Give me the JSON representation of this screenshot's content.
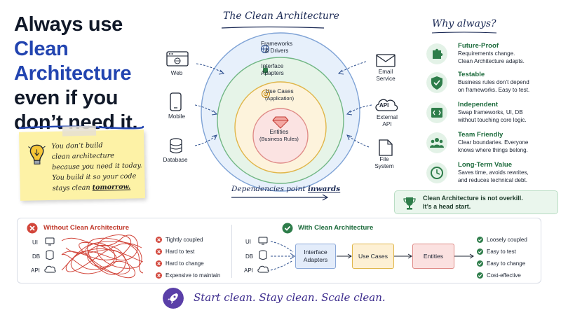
{
  "headline": {
    "line1": "Always use",
    "line2": "Clean",
    "line3": "Architecture",
    "line4": "even if you",
    "line5": "don’t need it."
  },
  "sticky_note": {
    "line1": "You don’t build",
    "line2": "clean architecture",
    "line3": "because you need it today.",
    "line4": "You build it so your code",
    "line5_prefix": "stays clean",
    "line5_emphasis": "tomorrow."
  },
  "diagram": {
    "title": "The Clean Architecture",
    "rings": {
      "frameworks": "Frameworks\n& Drivers",
      "adapters": "Interface\nAdapters",
      "usecases": "Use Cases",
      "usecases_sub": "(Application)",
      "entities": "Entities",
      "entities_sub": "(Business Rules)"
    },
    "left_nodes": [
      "Web",
      "Mobile",
      "Database"
    ],
    "right_nodes": [
      "Email\nService",
      "External\nAPI",
      "File\nSystem"
    ],
    "api_badge": "API",
    "dependencies_prefix": "Dependencies point",
    "dependencies_emphasis": "inwards"
  },
  "why": {
    "title": "Why always?",
    "items": [
      {
        "title": "Future-Proof",
        "desc": "Requirements change.\nClean Architecture adapts.",
        "icon": "puzzle-icon"
      },
      {
        "title": "Testable",
        "desc": "Business rules don’t depend\non frameworks. Easy to test.",
        "icon": "shield-check-icon"
      },
      {
        "title": "Independent",
        "desc": "Swap frameworks, UI, DB\nwithout touching core logic.",
        "icon": "code-window-icon"
      },
      {
        "title": "Team Friendly",
        "desc": "Clear boundaries. Everyone\nknows where things belong.",
        "icon": "team-icon"
      },
      {
        "title": "Long-Term Value",
        "desc": "Saves time, avoids rewrites,\nand reduces technical debt.",
        "icon": "clock-icon"
      }
    ],
    "quote": "Clean Architecture is not overkill.\nIt’s a head start."
  },
  "without": {
    "title": "Without Clean Architecture",
    "inputs": [
      "UI",
      "DB",
      "API"
    ],
    "problems": [
      "Tightly coupled",
      "Hard to test",
      "Hard to change",
      "Expensive to maintain"
    ]
  },
  "with": {
    "title": "With Clean Architecture",
    "inputs": [
      "UI",
      "DB",
      "API"
    ],
    "boxes": [
      "Interface\nAdapters",
      "Use Cases",
      "Entities"
    ],
    "benefits": [
      "Loosely coupled",
      "Easy to test",
      "Easy to change",
      "Cost-effective"
    ]
  },
  "footer": {
    "slogan": "Start clean. Stay clean. Scale clean."
  },
  "colors": {
    "headline_blue": "#2244b0",
    "green": "#2e7d4a",
    "red": "#d2463b",
    "purple": "#5a3fa8"
  }
}
